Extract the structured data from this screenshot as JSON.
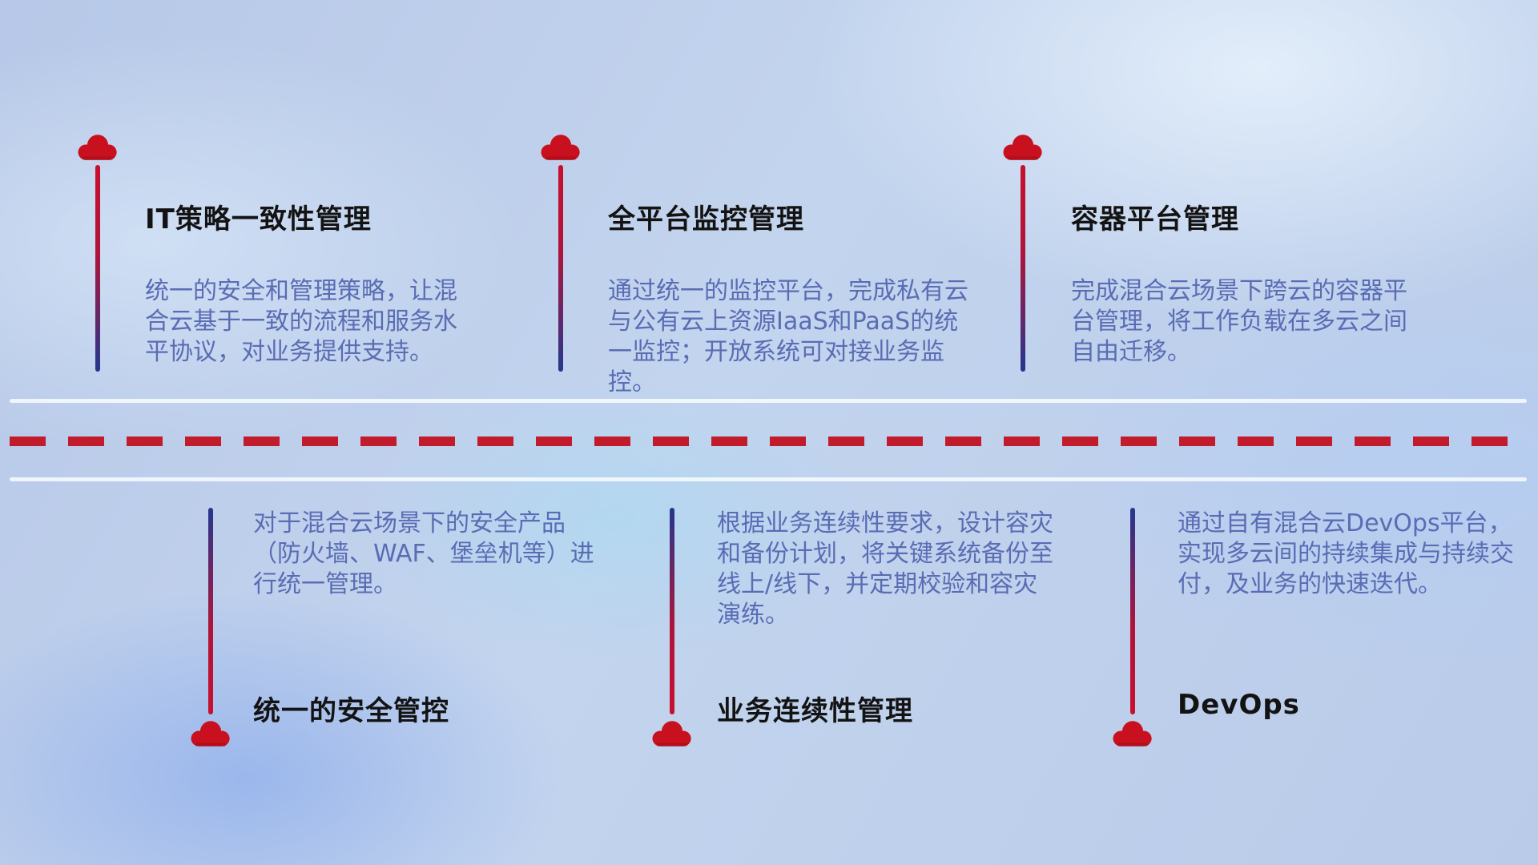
{
  "top_items": [
    {
      "title": "IT策略一致性管理",
      "description": "统一的安全和管理策略，让混合云基于一致的流程和服务水平协议，对业务提供支持。"
    },
    {
      "title": "全平台监控管理",
      "description": "通过统一的监控平台，完成私有云与公有云上资源IaaS和PaaS的统一监控；开放系统可对接业务监控。"
    },
    {
      "title": "容器平台管理",
      "description": "完成混合云场景下跨云的容器平台管理，将工作负载在多云之间自由迁移。"
    }
  ],
  "bottom_items": [
    {
      "title": "统一的安全管控",
      "description": "对于混合云场景下的安全产品（防火墙、WAF、堡垒机等）进行统一管理。"
    },
    {
      "title": "业务连续性管理",
      "description": "根据业务连续性要求，设计容灾和备份计划，将关键系统备份至线上/线下，并定期校验和容灾演练。"
    },
    {
      "title": "DevOps",
      "description": "通过自有混合云DevOps平台，实现多云间的持续集成与持续交付，及业务的快速迭代。"
    }
  ],
  "colors": {
    "cloud_red": "#c9101e",
    "dashed_line_red": "#c21c2c",
    "pole_blue": "#24378f",
    "title_text": "#131313",
    "description_text": "#5a6cb4",
    "divider_line": "#f3f8fd"
  }
}
